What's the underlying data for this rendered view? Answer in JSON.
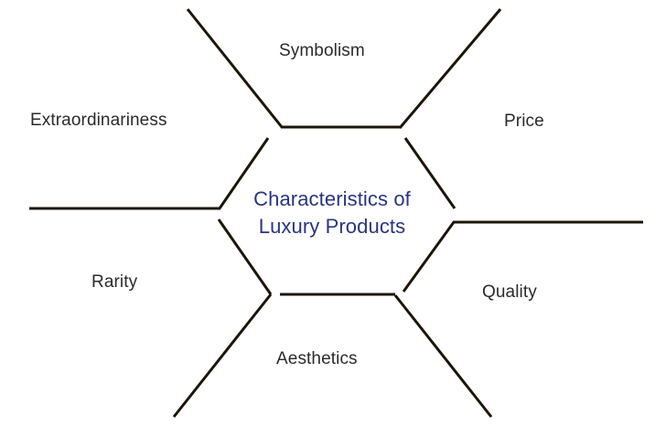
{
  "diagram": {
    "type": "fishbone",
    "title": "Characteristics of Luxury Products",
    "center": {
      "line1": "Characteristics of",
      "line2": "Luxury Products",
      "color": "#2a3580"
    },
    "branches": [
      {
        "id": "symbolism",
        "label": "Symbolism",
        "position": "top-center"
      },
      {
        "id": "extraordinariness",
        "label": "Extraordinariness",
        "position": "left-top"
      },
      {
        "id": "price",
        "label": "Price",
        "position": "right-top"
      },
      {
        "id": "rarity",
        "label": "Rarity",
        "position": "left-bottom"
      },
      {
        "id": "quality",
        "label": "Quality",
        "position": "right-bottom"
      },
      {
        "id": "aesthetics",
        "label": "Aesthetics",
        "position": "bottom-center"
      }
    ],
    "colors": {
      "line": "#1c1509",
      "label_text": "#2b2b2b",
      "center_text": "#2a3580",
      "background": "#ffffff"
    }
  }
}
